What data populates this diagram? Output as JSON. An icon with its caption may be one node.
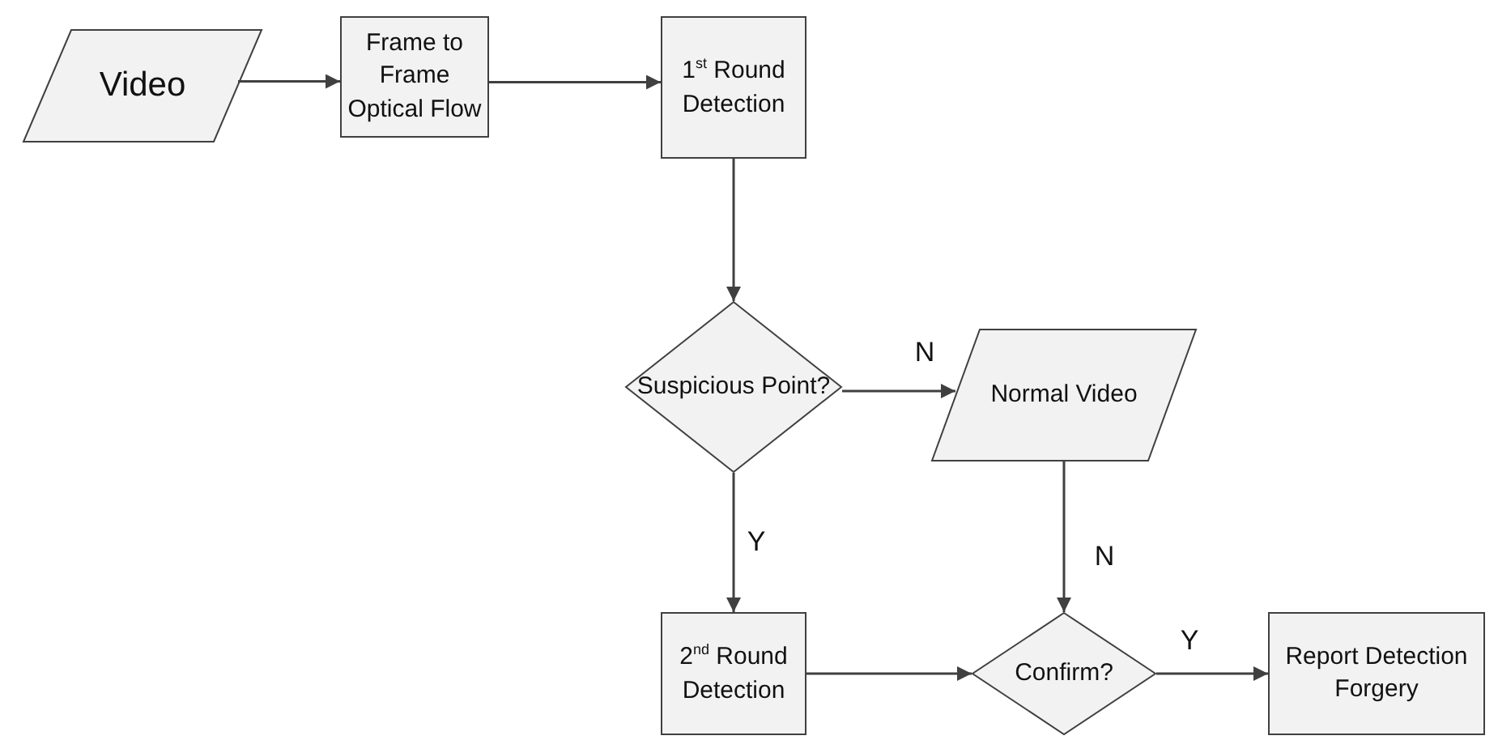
{
  "diagram": {
    "nodes": [
      {
        "text": [
          "Video"
        ]
      },
      {
        "text": [
          "Frame to Frame Optical Flow"
        ]
      },
      {
        "text": [
          "1$^{st}$ Round Detection"
        ]
      },
      {
        "text": [
          "Suspicious Point?"
        ]
      },
      {
        "text": [
          "Normal Video"
        ]
      },
      {
        "text": [
          "2$^{nd}$ Round Detection"
        ]
      },
      {
        "text": [
          "Confirm?"
        ]
      },
      {
        "text": [
          "Report Detection Forgery"
        ]
      }
    ],
    "edges": [
      {
        "from": 0,
        "to": 1,
        "arrow": "to"
      },
      {
        "from": 1,
        "to": 2,
        "arrow": "to"
      },
      {
        "from": 2,
        "to": 3,
        "arrow": "to"
      },
      {
        "from": 3,
        "to": 4,
        "arrow": "to",
        "label": "N"
      },
      {
        "from": 3,
        "to": 5,
        "arrow": "to",
        "label": "Y"
      },
      {
        "from": 4,
        "to": 6,
        "arrow": "to",
        "label": "N"
      },
      {
        "from": 5,
        "to": 6,
        "arrow": "to"
      },
      {
        "from": 6,
        "to": 7,
        "arrow": "to",
        "label": "Y"
      }
    ]
  }
}
